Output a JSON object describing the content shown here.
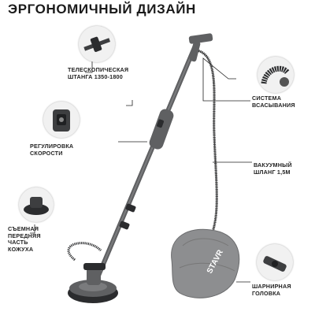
{
  "header": {
    "title": "ЭРГОНОМИЧНЫЙ ДИЗАЙН"
  },
  "callouts": {
    "telescopic": "ТЕЛЕСКОПИЧЕСКАЯ\nШТАНГА 1350-1800",
    "speed": "РЕГУЛИРОВКА\nСКОРОСТИ",
    "cover": "СЪЕМНАЯ\nПЕРЕДНЯЯ\nЧАСТЬ\nКОЖУХА",
    "suction": "СИСТЕМА\nВСАСЫВАНИЯ",
    "hose": "ВАКУУМНЫЙ\nШЛАНГ 1,5М",
    "head": "ШАРНИРНАЯ\nГОЛОВКА"
  },
  "product": {
    "brand": "STAVR"
  },
  "icons": {
    "telescopic": "telescopic-clamp-icon",
    "speed": "speed-dial-icon",
    "cover": "removable-cover-icon",
    "suction": "suction-hose-icon",
    "head": "hinged-head-icon"
  },
  "colors": {
    "body": "#5f6062",
    "dark": "#2b2c2e",
    "bag": "#8d8e90",
    "text": "#1a1a1a"
  }
}
